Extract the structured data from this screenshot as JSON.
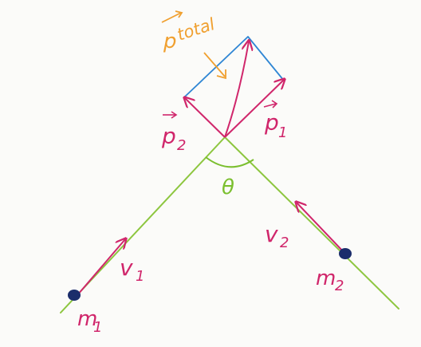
{
  "labels": {
    "p_total": "p",
    "p_total_sub": "total",
    "p1": "p",
    "p1_sub": "1",
    "p2": "p",
    "p2_sub": "2",
    "theta": "θ",
    "v1": "v",
    "v1_sub": "1",
    "v2": "v",
    "v2_sub": "2",
    "m1": "m",
    "m1_sub": "1",
    "m2": "m",
    "m2_sub": "2"
  },
  "colors": {
    "trajectory": "#8dc63f",
    "vector": "#d0266b",
    "parallelogram": "#2f86d4",
    "annotation": "#f0a030",
    "mass": "#1b2d6b",
    "theta_label": "#7bbf2f"
  }
}
